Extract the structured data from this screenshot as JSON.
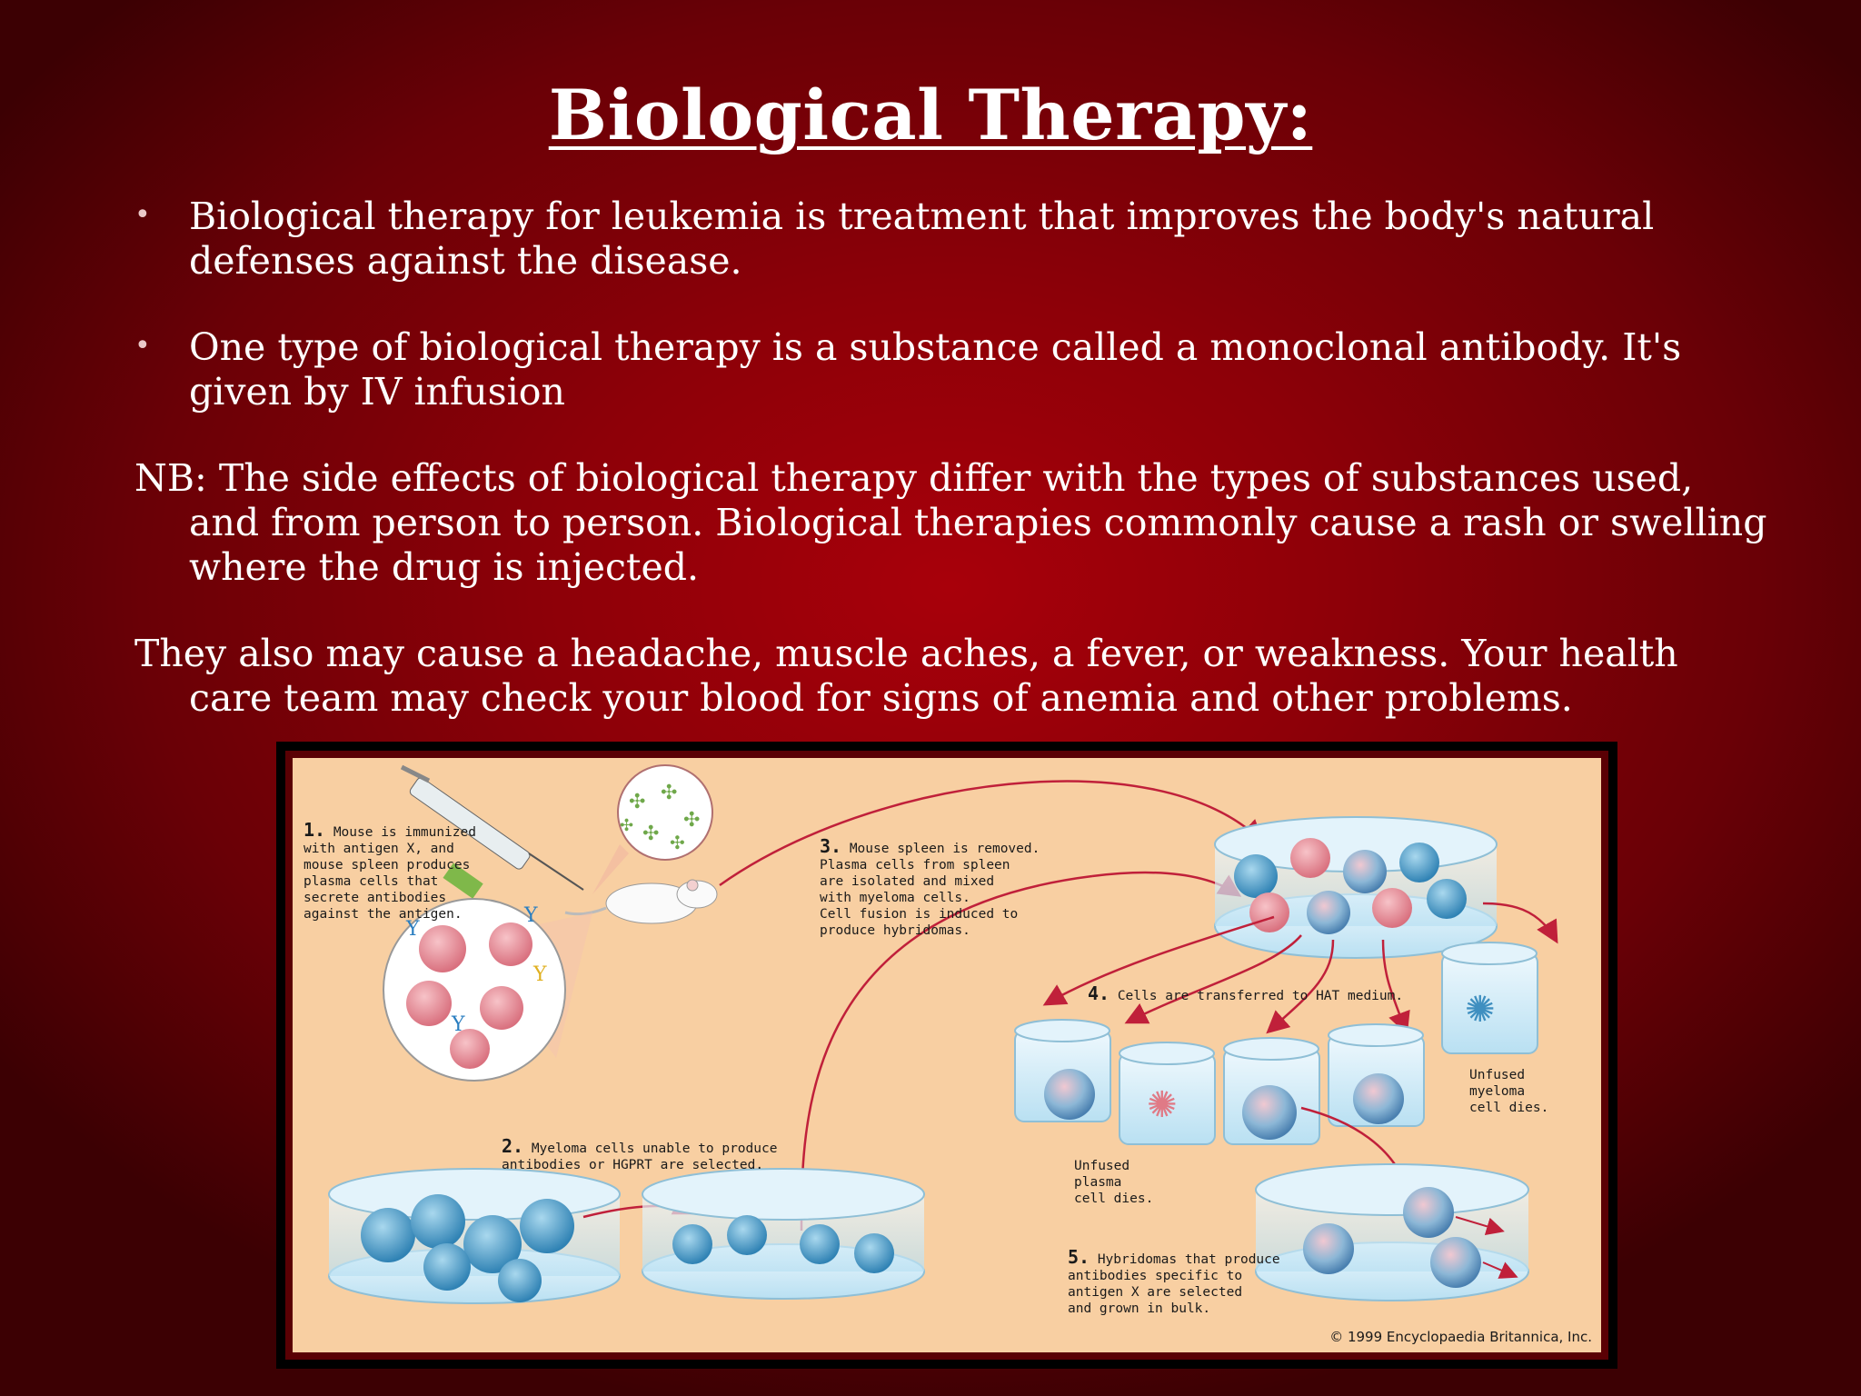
{
  "slide": {
    "title": "Biological Therapy:",
    "bullets": [
      "Biological therapy for leukemia is treatment that improves the body's natural defenses against the disease.",
      "One type of biological therapy is a substance called a monoclonal antibody. It's given by IV infusion"
    ],
    "nb": "NB: The side effects of biological therapy differ with the types of substances used, and from person to person. Biological therapies commonly cause a rash or swelling where the drug is injected.",
    "also": "They also may cause a headache, muscle aches, a fever, or weakness. Your health care team may check your blood for signs of anemia and other problems."
  },
  "figure": {
    "step1_num": "1.",
    "step1": "Mouse is immunized\nwith antigen X, and\nmouse spleen produces\nplasma cells that\nsecrete antibodies\nagainst the antigen.",
    "step2_num": "2.",
    "step2": "Myeloma cells unable to produce\nantibodies or HGPRT are selected.",
    "step3_num": "3.",
    "step3": "Mouse spleen is removed.\nPlasma cells from spleen\nare isolated and mixed\nwith myeloma cells.\nCell fusion is induced to\nproduce hybridomas.",
    "step4_num": "4.",
    "step4": "Cells are transferred to HAT medium.",
    "step5_num": "5.",
    "step5": "Hybridomas that produce\nantibodies specific to\nantigen X are selected\nand grown in bulk.",
    "unfused_plasma": "Unfused\nplasma\ncell dies.",
    "unfused_myeloma": "Unfused\nmyeloma\ncell dies.",
    "copyright": "© 1999 Encyclopaedia Britannica, Inc."
  },
  "colors": {
    "background": "#8d0008",
    "figure_bg": "#f8cfa2",
    "arrow": "#c0203a",
    "plasma_cell": "#e88a96",
    "myeloma_cell": "#4a9cc8"
  }
}
